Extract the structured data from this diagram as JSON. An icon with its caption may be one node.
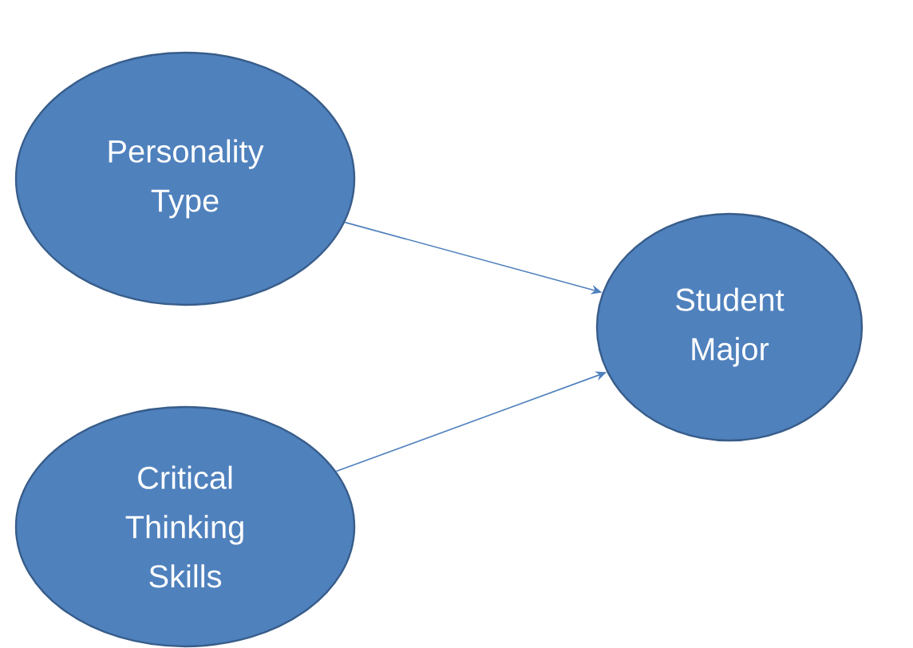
{
  "diagram": {
    "nodes": [
      {
        "text": [
          "Personality Type"
        ]
      },
      {
        "text": [
          "Critical Thinking Skills"
        ]
      },
      {
        "text": [
          "Student Major"
        ]
      }
    ],
    "edges": [
      {
        "from": 0,
        "to": 2,
        "arrow": "to"
      },
      {
        "from": 1,
        "to": 2,
        "arrow": "to"
      }
    ]
  }
}
